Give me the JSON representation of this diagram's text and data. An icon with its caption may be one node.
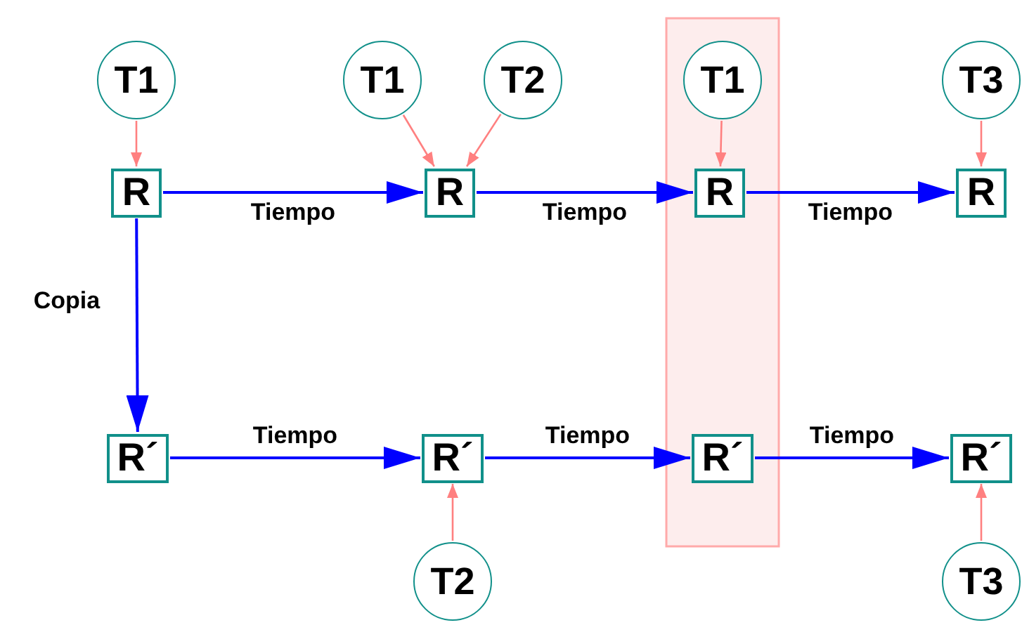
{
  "diagram": {
    "nodes": [
      {
        "text": [
          "T1"
        ]
      },
      {
        "text": [
          "T1"
        ]
      },
      {
        "text": [
          "T2"
        ]
      },
      {
        "text": [
          "T1"
        ]
      },
      {
        "text": [
          "T3"
        ]
      },
      {
        "text": [
          "R"
        ]
      },
      {
        "text": [
          "R"
        ]
      },
      {
        "text": [
          "R"
        ]
      },
      {
        "text": [
          "R"
        ]
      },
      {
        "text": [
          "R´"
        ]
      },
      {
        "text": [
          "R´"
        ]
      },
      {
        "text": [
          "R´"
        ]
      },
      {
        "text": [
          "R´"
        ]
      },
      {
        "text": [
          "T2"
        ]
      },
      {
        "text": [
          "T3"
        ]
      }
    ],
    "edges": [
      {
        "from": 0,
        "to": 5,
        "arrow": "to"
      },
      {
        "from": 1,
        "to": 6,
        "arrow": "to"
      },
      {
        "from": 2,
        "to": 6,
        "arrow": "to"
      },
      {
        "from": 3,
        "to": 7,
        "arrow": "to"
      },
      {
        "from": 4,
        "to": 8,
        "arrow": "to"
      },
      {
        "from": 13,
        "to": 10,
        "arrow": "to"
      },
      {
        "from": 14,
        "to": 12,
        "arrow": "to"
      },
      {
        "from": 5,
        "to": 6,
        "arrow": "to",
        "label": "Tiempo",
        "color": "#0000ff"
      },
      {
        "from": 6,
        "to": 7,
        "arrow": "to",
        "label": "Tiempo",
        "color": "#0000ff"
      },
      {
        "from": 7,
        "to": 8,
        "arrow": "to",
        "label": "Tiempo",
        "color": "#0000ff"
      },
      {
        "from": 5,
        "to": 9,
        "arrow": "to",
        "label": "Copia",
        "color": "#0000ff"
      },
      {
        "from": 9,
        "to": 10,
        "arrow": "to",
        "label": "Tiempo",
        "color": "#0000ff"
      },
      {
        "from": 10,
        "to": 11,
        "arrow": "to",
        "label": "Tiempo",
        "color": "#0000ff"
      },
      {
        "from": 11,
        "to": 12,
        "arrow": "to",
        "label": "Tiempo",
        "color": "#0000ff"
      }
    ]
  }
}
